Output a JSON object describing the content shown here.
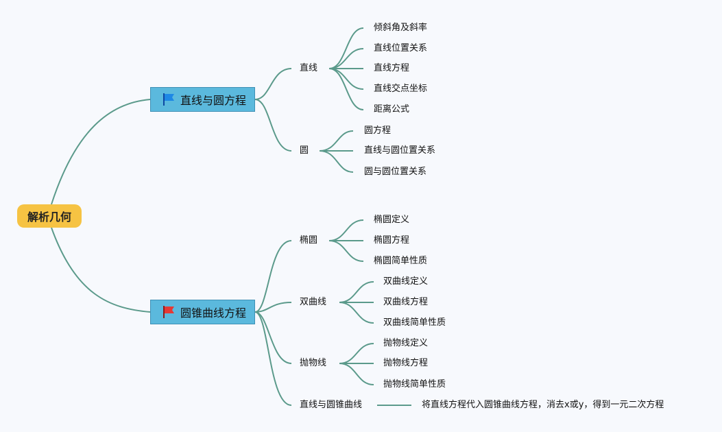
{
  "root": {
    "label": "解析几何"
  },
  "branches": [
    {
      "label": "直线与圆方程",
      "flag_color": "#1e88e5",
      "children": [
        {
          "label": "直线",
          "children": [
            "倾斜角及斜率",
            "直线位置关系",
            "直线方程",
            "直线交点坐标",
            "距离公式"
          ]
        },
        {
          "label": "圆",
          "children": [
            "圆方程",
            "直线与圆位置关系",
            "圆与圆位置关系"
          ]
        }
      ]
    },
    {
      "label": "圆锥曲线方程",
      "flag_color": "#e53935",
      "children": [
        {
          "label": "椭圆",
          "children": [
            "椭圆定义",
            "椭圆方程",
            "椭圆简单性质"
          ]
        },
        {
          "label": "双曲线",
          "children": [
            "双曲线定义",
            "双曲线方程",
            "双曲线简单性质"
          ]
        },
        {
          "label": "抛物线",
          "children": [
            "抛物线定义",
            "抛物线方程",
            "抛物线简单性质"
          ]
        },
        {
          "label": "直线与圆锥曲线",
          "children": [
            "将直线方程代入圆锥曲线方程，消去x或y，得到一元二次方程"
          ]
        }
      ]
    }
  ],
  "colors": {
    "link": "#5b9a8b",
    "root": "#f6c343",
    "branch": "#5bb9dd"
  }
}
